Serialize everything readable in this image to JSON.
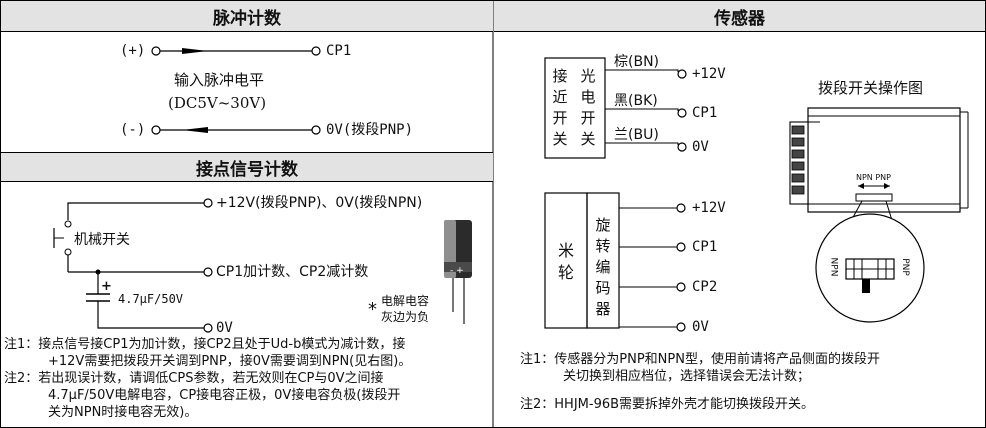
{
  "left": {
    "header_pulse": "脉冲计数",
    "pulse": {
      "plus_terminal": "(+)",
      "cp1_label": "CP1",
      "input_level": "输入脉冲电平",
      "voltage_range": "(DC5V~30V)",
      "minus_terminal": "(-)",
      "ov_label": "0V(拨段PNP)"
    },
    "header_contact": "接点信号计数",
    "contact": {
      "plus12_label": "+12V(拨段PNP)、0V(拨段NPN)",
      "switch_label": "机械开关",
      "cp_label": "CP1加计数、CP2减计数",
      "cap_plus": "+",
      "cap_value": "4.7μF/50V",
      "ov_label": "0V",
      "cap_note_star": "*",
      "cap_note_line1": "电解电容",
      "cap_note_line2": "灰边为负"
    },
    "notes": [
      "注1：接点信号接CP1为加计数，接CP2且处于Ud-b模式为减计数，接",
      "+12V需要把拨段开关调到PNP，接0V需要调到NPN(见右图)。",
      "注2：若出现误计数，请调低CPS参数，若无效则在CP与0V之间接",
      "4.7μF/50V电解电容，CP接电容正极，0V接电容负极(拨段开",
      "关为NPN时接电容无效)。"
    ]
  },
  "right": {
    "header": "传感器",
    "proximity": {
      "label_col1": [
        "接",
        "近",
        "开",
        "关"
      ],
      "label_col2": [
        "光",
        "电",
        "开",
        "关"
      ],
      "wire_brown": "棕(BN)",
      "wire_black": "黑(BK)",
      "wire_blue": "兰(BU)",
      "t_plus12": "+12V",
      "t_cp1": "CP1",
      "t_ov": "0V"
    },
    "encoder": {
      "meter_chars": [
        "米",
        "轮"
      ],
      "encoder_chars": [
        "旋",
        "转",
        "编",
        "码",
        "器"
      ],
      "t_plus12": "+12V",
      "t_cp1": "CP1",
      "t_cp2": "CP2",
      "t_ov": "0V"
    },
    "switch_diagram": {
      "title": "拨段开关操作图",
      "npn_pnp_small": "NPN PNP",
      "npn_rot": "NPN",
      "pnp_rot": "PNP"
    },
    "notes": [
      "注1：传感器分为PNP和NPN型，使用前请将产品侧面的拨段开",
      "关切换到相应档位，选择错误会无法计数；",
      "注2：HHJM-96B需要拆掉外壳才能切换拨段开关。"
    ]
  }
}
